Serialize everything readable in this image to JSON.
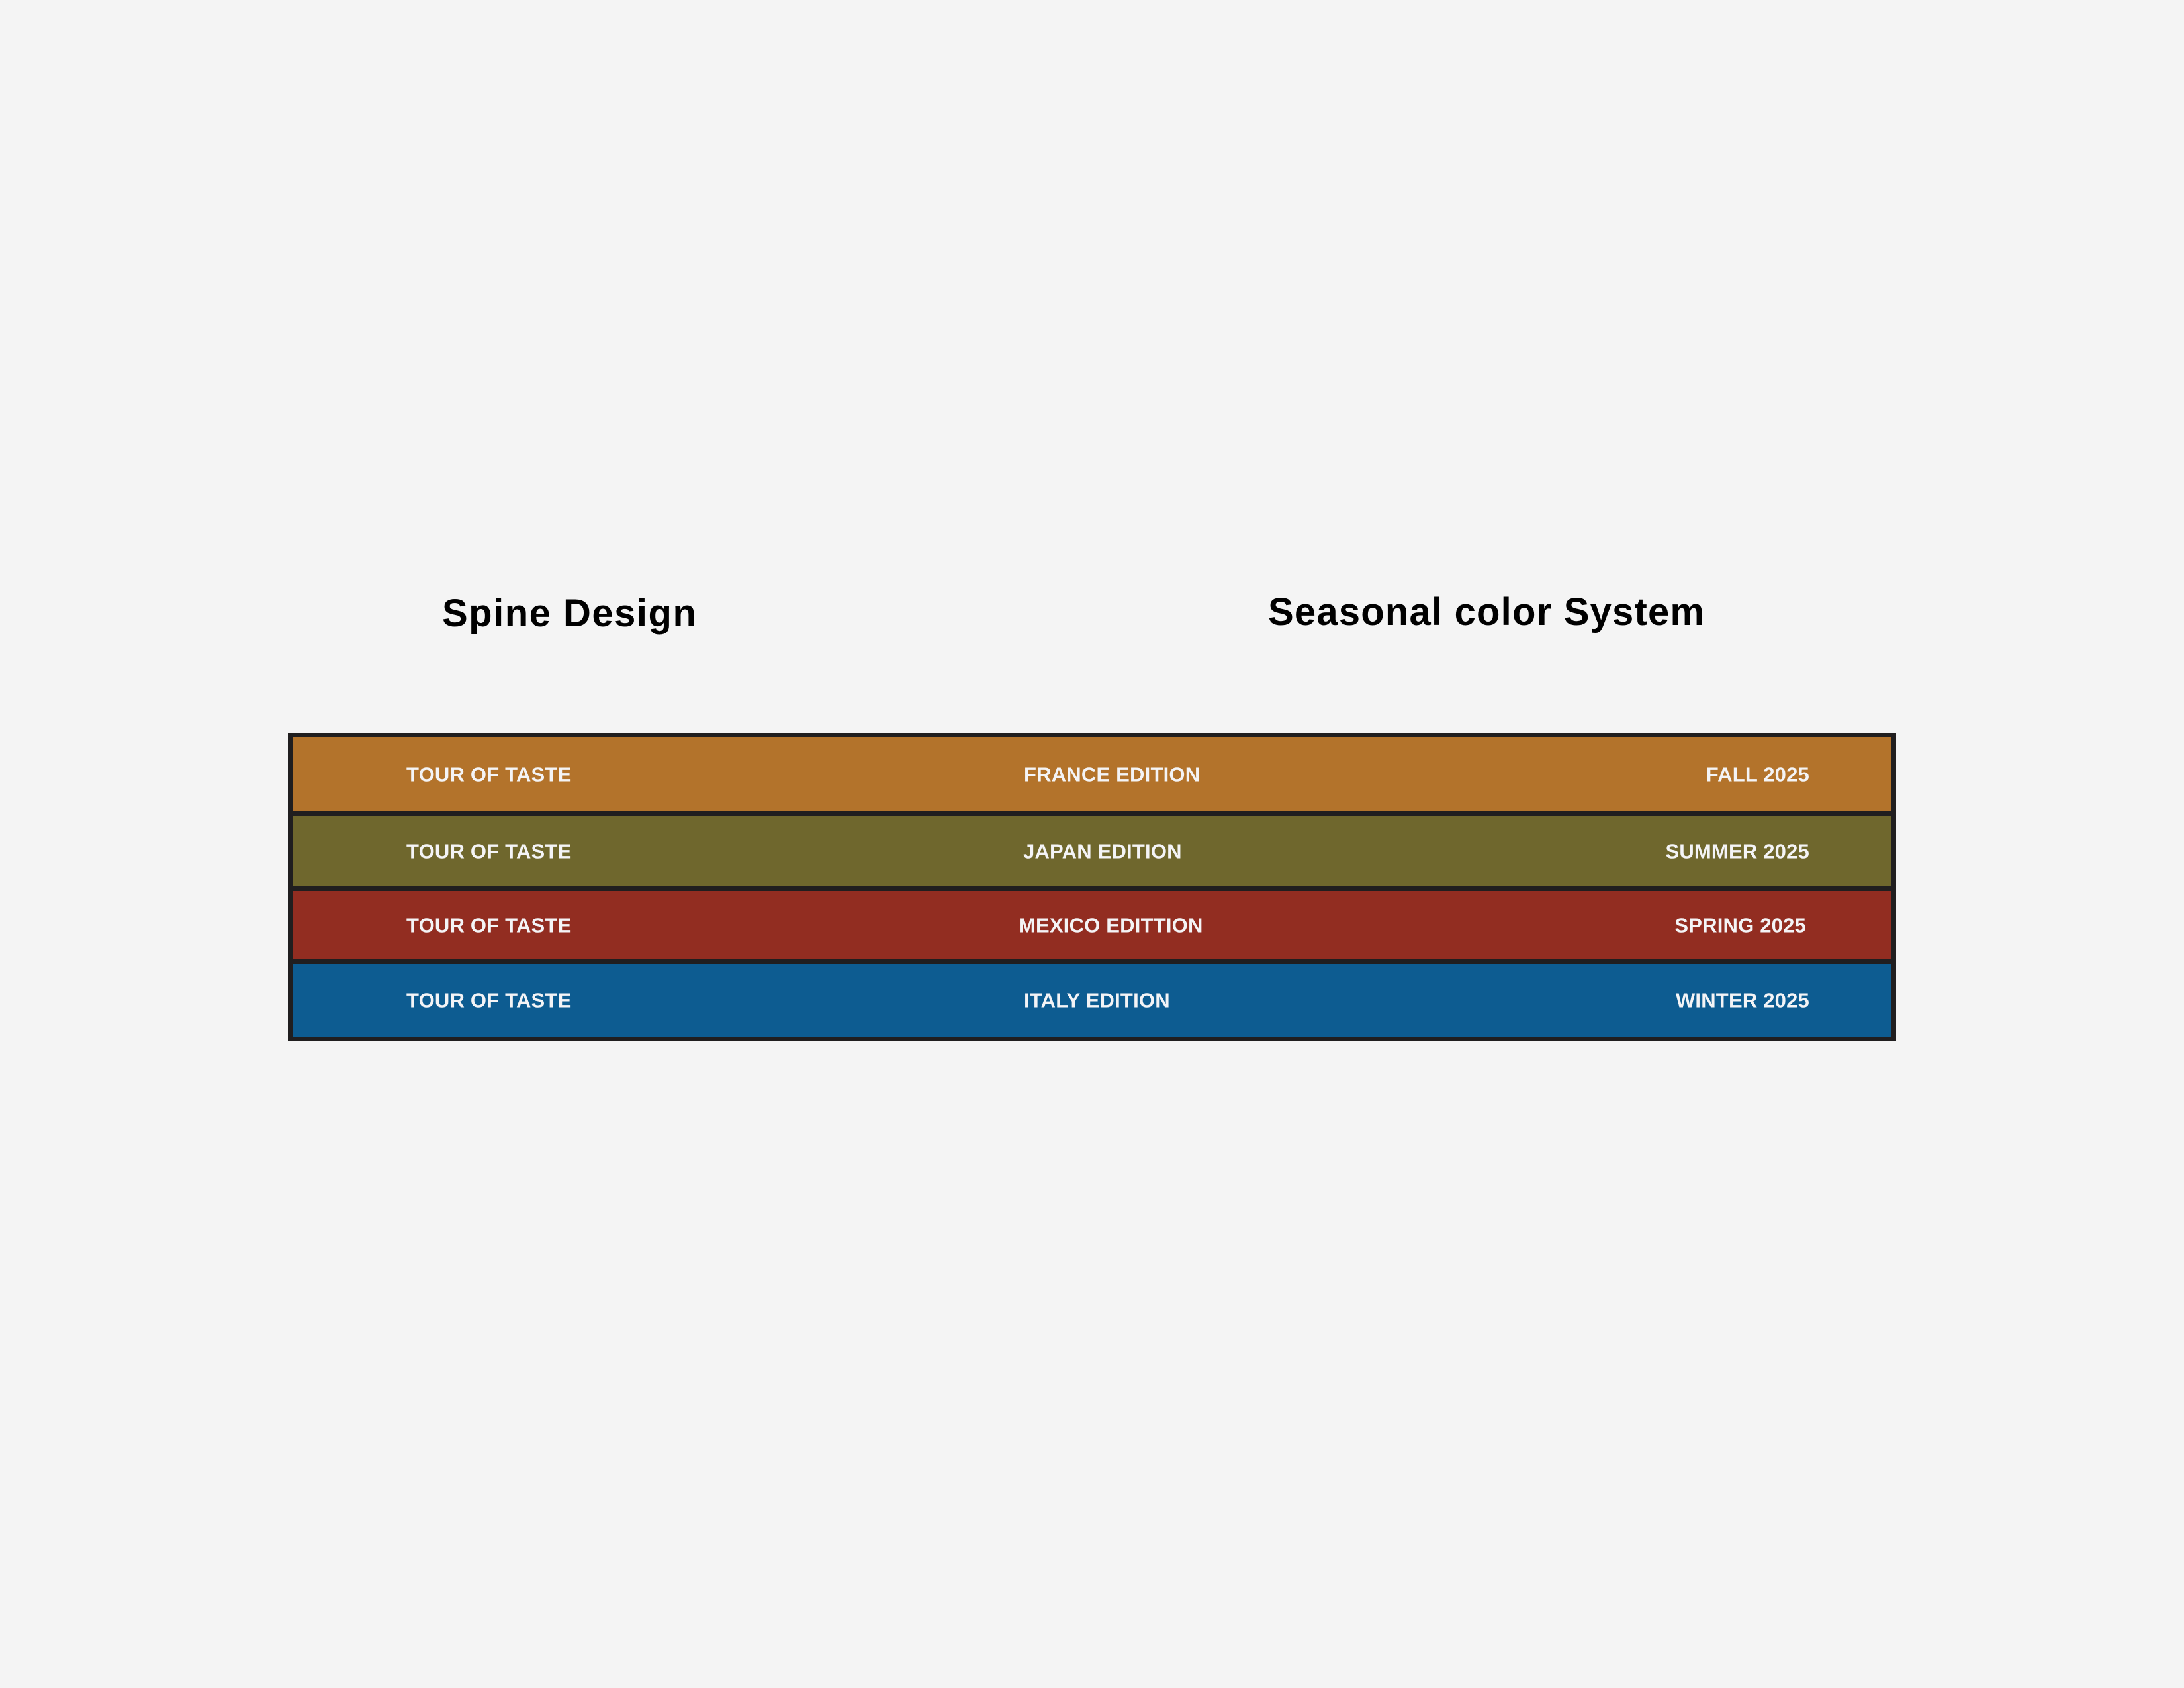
{
  "headings": {
    "spine_design": "Spine Design",
    "seasonal_system": "Seasonal color System"
  },
  "spine_table": {
    "border_color": "#201E1F",
    "text_color": "#F4F4F6",
    "rows": [
      {
        "series": "TOUR OF TASTE",
        "edition": "FRANCE EDITION",
        "season": "FALL 2025",
        "color": "#B3732B"
      },
      {
        "series": "TOUR OF TASTE",
        "edition": "JAPAN EDITION",
        "season": "SUMMER 2025",
        "color": "#6F672D"
      },
      {
        "series": "TOUR OF TASTE",
        "edition": "MEXICO EDITTION",
        "season": "SPRING 2025",
        "color": "#922D21"
      },
      {
        "series": "TOUR OF TASTE",
        "edition": "ITALY EDITION",
        "season": "WINTER 2025",
        "color": "#0D5C91"
      }
    ]
  },
  "page": {
    "background": "#F4F4F4"
  }
}
